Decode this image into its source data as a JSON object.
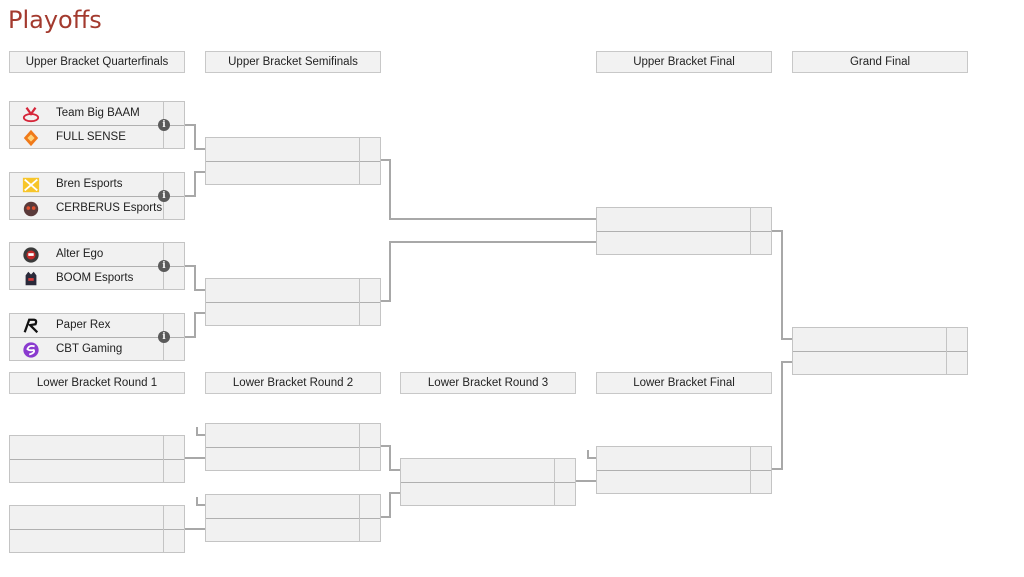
{
  "page": {
    "title": "Playoffs"
  },
  "rounds": {
    "ubqf": "Upper Bracket Quarterfinals",
    "ubsf": "Upper Bracket Semifinals",
    "ubf": "Upper Bracket Final",
    "gf": "Grand Final",
    "lbr1": "Lower Bracket Round 1",
    "lbr2": "Lower Bracket Round 2",
    "lbr3": "Lower Bracket Round 3",
    "lbf": "Lower Bracket Final"
  },
  "matches": {
    "qf1": {
      "team1": "Team Big BAAM",
      "team2": "FULL SENSE",
      "icon1": "team-big-baam-logo-icon",
      "icon2": "full-sense-logo-icon"
    },
    "qf2": {
      "team1": "Bren Esports",
      "team2": "CERBERUS Esports",
      "icon1": "bren-esports-logo-icon",
      "icon2": "cerberus-esports-logo-icon"
    },
    "qf3": {
      "team1": "Alter Ego",
      "team2": "BOOM Esports",
      "icon1": "alter-ego-logo-icon",
      "icon2": "boom-esports-logo-icon"
    },
    "qf4": {
      "team1": "Paper Rex",
      "team2": "CBT Gaming",
      "icon1": "paper-rex-logo-icon",
      "icon2": "cbt-gaming-logo-icon"
    }
  },
  "info_icon": "i",
  "colors": {
    "title": "#a33a2e",
    "header_bg": "#f2f2f2",
    "slot_bg": "#f1f1f1",
    "line": "#a8a8a8"
  }
}
